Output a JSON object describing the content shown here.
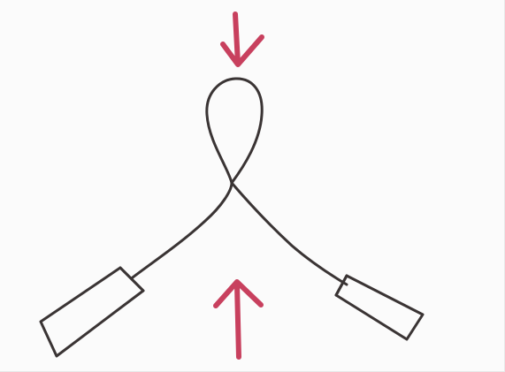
{
  "colors": {
    "background": "#fbfbfb",
    "ink": "#3a3434",
    "arrow": "#c8405e"
  },
  "elements": {
    "cable": "cable-loop",
    "left_connector": "connector-plug",
    "right_connector": "connector-plug",
    "top_arrow": "arrow-down",
    "bottom_arrow": "arrow-up"
  }
}
